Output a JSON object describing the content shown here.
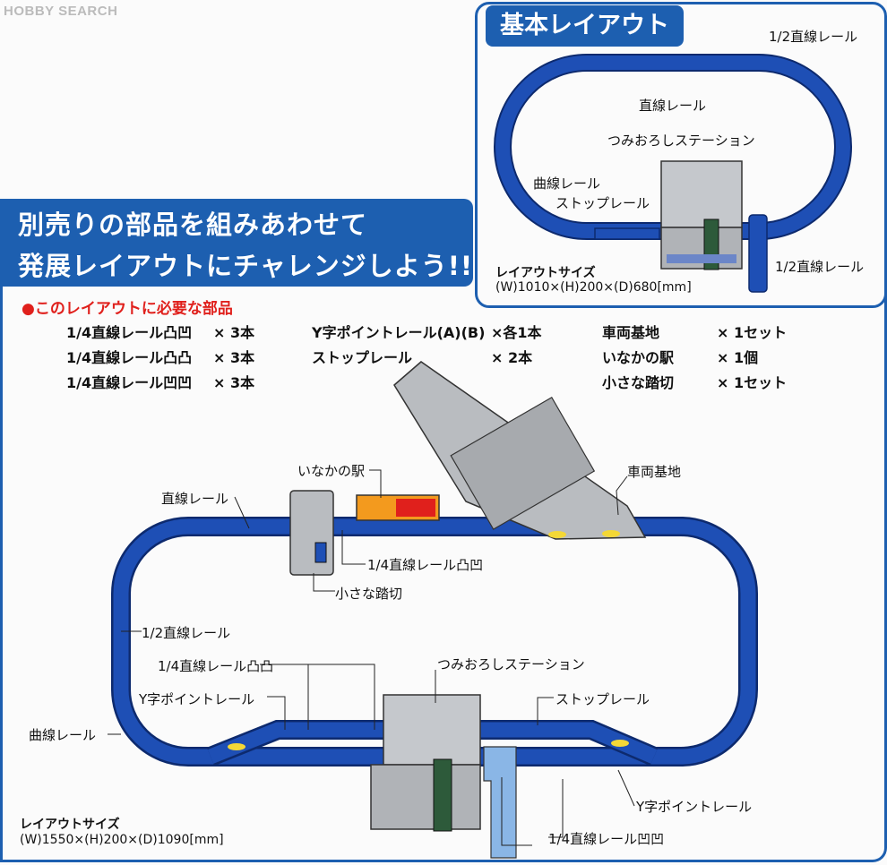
{
  "watermark": "HOBBY SEARCH",
  "banner": {
    "line1": "別売りの部品を組みあわせて",
    "line2": "発展レイアウトにチャレンジしよう!!"
  },
  "basic": {
    "title": "基本レイアウト",
    "labels": {
      "half_straight_top": "1/2直線レール",
      "straight": "直線レール",
      "station": "つみおろしステーション",
      "curve": "曲線レール",
      "stop": "ストップレール",
      "half_straight_right": "1/2直線レール"
    },
    "size_title": "レイアウトサイズ",
    "size_value": "(W)1010×(H)200×(D)680[mm]"
  },
  "parts": {
    "title": "●このレイアウトに必要な部品",
    "items": [
      {
        "name": "1/4直線レール凸凹",
        "qty": "× 3本"
      },
      {
        "name": "1/4直線レール凸凸",
        "qty": "× 3本"
      },
      {
        "name": "1/4直線レール凹凹",
        "qty": "× 3本"
      },
      {
        "name": "Y字ポイントレール(A)(B)",
        "qty": "×各1本"
      },
      {
        "name": "ストップレール",
        "qty": "× 2本"
      },
      {
        "name": "車両基地",
        "qty": "× 1セット"
      },
      {
        "name": "いなかの駅",
        "qty": "× 1個"
      },
      {
        "name": "小さな踏切",
        "qty": "× 1セット"
      }
    ]
  },
  "advanced": {
    "labels": {
      "inaka": "いなかの駅",
      "depot": "車両基地",
      "straight": "直線レール",
      "quarter_conv": "1/4直線レール凸凹",
      "crossing": "小さな踏切",
      "half": "1/2直線レール",
      "quarter_convex": "1/4直線レール凸凸",
      "station": "つみおろしステーション",
      "y_point_left": "Y字ポイントレール",
      "stop": "ストップレール",
      "curve": "曲線レール",
      "y_point_right": "Y字ポイントレール",
      "quarter_concave": "1/4直線レール凹凹"
    },
    "size_title": "レイアウトサイズ",
    "size_value": "(W)1550×(H)200×(D)1090[mm]"
  },
  "colors": {
    "rail": "#1e4fb5",
    "rail_edge": "#0d2a6e",
    "banner": "#1d5fb0",
    "depot": "#b9bcc0",
    "red": "#e0201c",
    "orange": "#f39a1e",
    "light_blue": "#8ab6e6"
  }
}
